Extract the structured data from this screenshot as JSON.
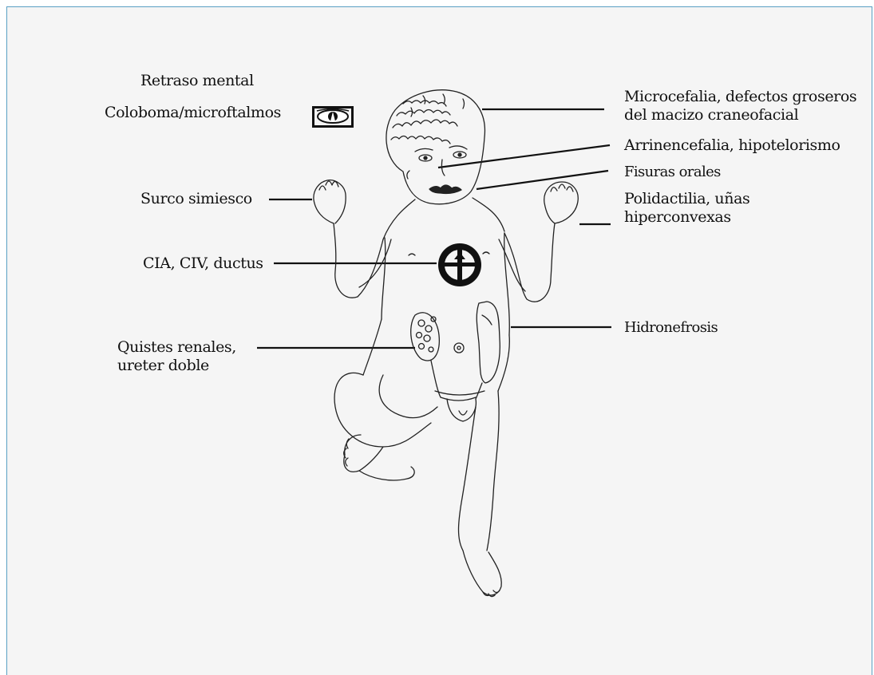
{
  "labels": {
    "retraso": "Retraso mental",
    "coloboma": "Coloboma/microftalmos",
    "microcefalia_1": "Microcefalia, defectos groseros",
    "microcefalia_2": "del macizo craneofacial",
    "arrinencefalia": "Arrinencefalia, hipotelorismo",
    "fisuras": "Fisuras orales",
    "polidactilia_1": "Polidactilia, uñas",
    "polidactilia_2": "hiperconvexas",
    "surco": "Surco simiesco",
    "cia": "CIA, CIV, ductus",
    "hidronefrosis": "Hidronefrosis",
    "quistes_1": "Quistes renales,",
    "quistes_2": "ureter doble"
  },
  "colors": {
    "frame_border": "#5aa0c4",
    "background": "#f5f5f5",
    "line": "#111111"
  },
  "icons": [
    "eye-icon",
    "heart-icon"
  ]
}
